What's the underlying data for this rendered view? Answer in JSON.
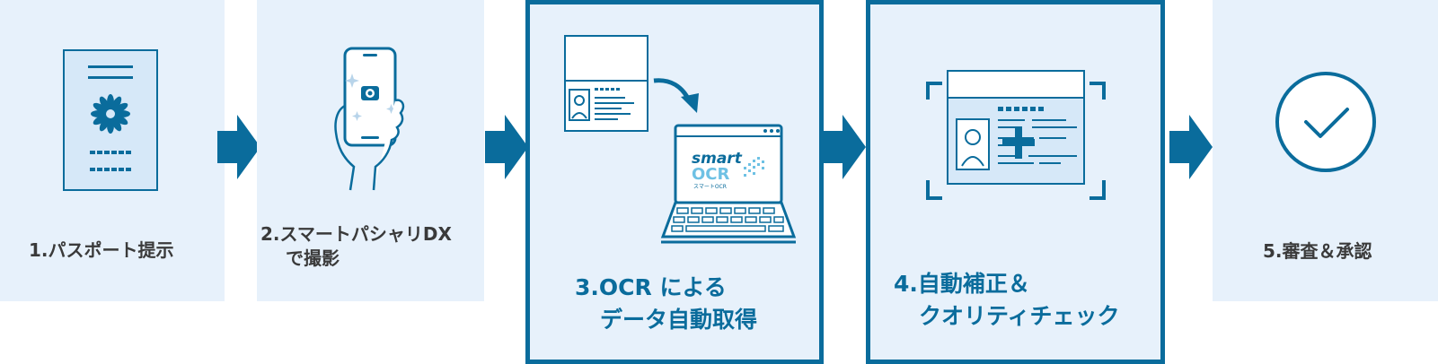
{
  "steps": [
    {
      "line1": "1.パスポート提示"
    },
    {
      "line1": "2.スマートパシャリDX",
      "line2": "で撮影"
    },
    {
      "line1": "3.OCR による",
      "line2": "データ自動取得"
    },
    {
      "line1": "4.自動補正＆",
      "line2": "クオリティチェック"
    },
    {
      "line1": "5.審査＆承認"
    }
  ],
  "logo": {
    "word1": "smart",
    "word2": "OCR",
    "sub": "スマートOCR"
  },
  "colors": {
    "accent": "#0a6c9c",
    "panel": "#e7f1fb",
    "logo_light": "#6ec1e4"
  },
  "icons": [
    "passport-icon",
    "phone-hand-icon",
    "laptop-ocr-icon",
    "document-correction-icon",
    "checkmark-circle-icon",
    "arrow-right-icon"
  ]
}
